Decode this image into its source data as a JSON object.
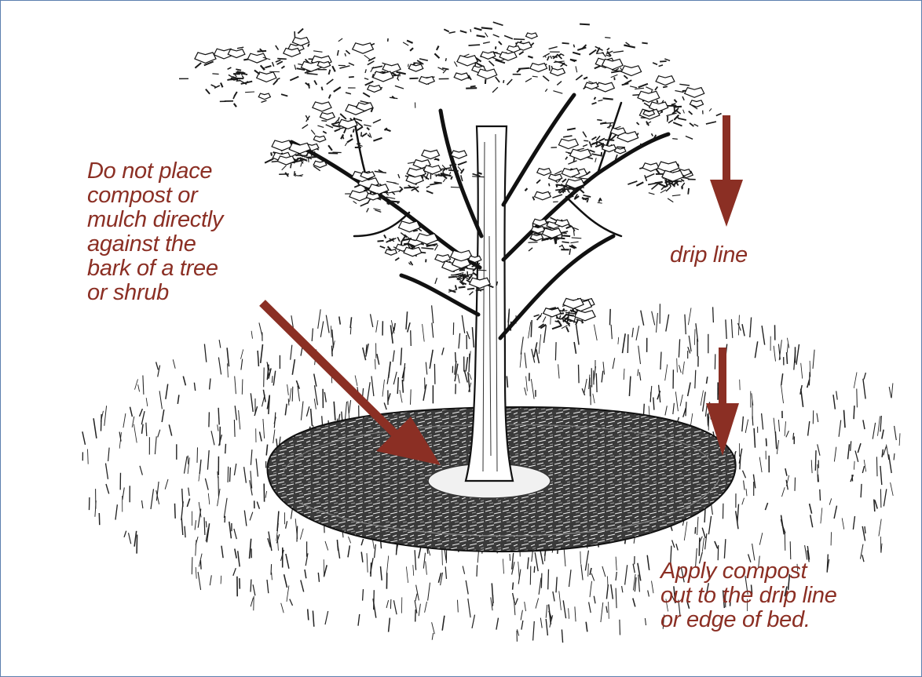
{
  "annotations": {
    "bark_warning": "Do not place\ncompost or\nmulch directly\nagainst the\nbark of a tree\nor shrub",
    "drip_line": "drip line",
    "apply_compost": "Apply compost\nout to the drip line\nor edge of bed."
  },
  "colors": {
    "annotation": "#8b2f24",
    "ink": "#1a1a1a",
    "frame_border": "#5b7fae",
    "background": "#ffffff"
  },
  "illustration": {
    "subject": "tree-with-mulch-ring-icon"
  }
}
